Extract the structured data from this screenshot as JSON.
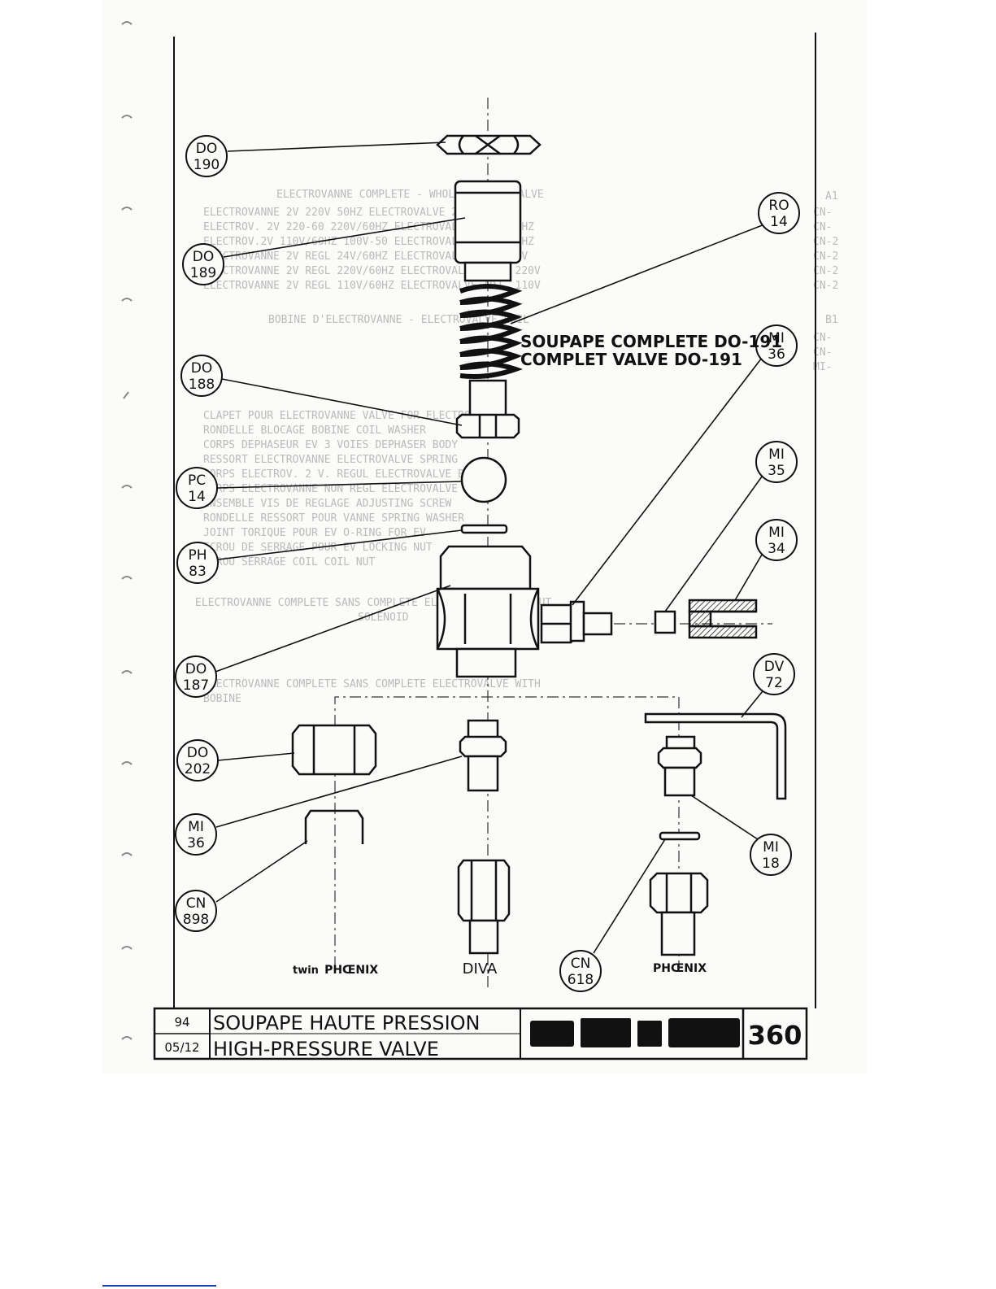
{
  "title_block": {
    "page_number": "94",
    "date": "05/12",
    "title_fr": "SOUPAPE HAUTE PRESSION",
    "title_en": "HIGH-PRESSURE VALVE",
    "plate_number": "360"
  },
  "valve_note": {
    "fr": "SOUPAPE COMPLETE DO-191",
    "en": "COMPLET VALVE DO-191"
  },
  "callouts": [
    {
      "line1": "DO",
      "line2": "190"
    },
    {
      "line1": "DO",
      "line2": "189"
    },
    {
      "line1": "DO",
      "line2": "188"
    },
    {
      "line1": "PC",
      "line2": "14"
    },
    {
      "line1": "PH",
      "line2": "83"
    },
    {
      "line1": "DO",
      "line2": "187"
    },
    {
      "line1": "DO",
      "line2": "202"
    },
    {
      "line1": "MI",
      "line2": "36"
    },
    {
      "line1": "CN",
      "line2": "898"
    },
    {
      "line1": "RO",
      "line2": "14"
    },
    {
      "line1": "MI",
      "line2": "36"
    },
    {
      "line1": "MI",
      "line2": "35"
    },
    {
      "line1": "MI",
      "line2": "34"
    },
    {
      "line1": "DV",
      "line2": "72"
    },
    {
      "line1": "MI",
      "line2": "18"
    },
    {
      "line1": "CN",
      "line2": "618"
    }
  ],
  "variants": {
    "left_prefix": "twin",
    "left_brand": "PHŒNIX",
    "middle": "DIVA",
    "right": "PHŒNIX"
  },
  "bleed_through": {
    "heading_a": "ELECTROVANNE COMPLETE - WHOLE ELECTROVALVE",
    "heading_b": "BOBINE D'ELECTROVANNE - ELECTROVALVE COIL",
    "codes": [
      "A1",
      "CN-",
      "CN-",
      "CN-2",
      "CN-2",
      "CN-2",
      "CN-2",
      "B1",
      "CN-",
      "CN-",
      "MI-"
    ]
  }
}
